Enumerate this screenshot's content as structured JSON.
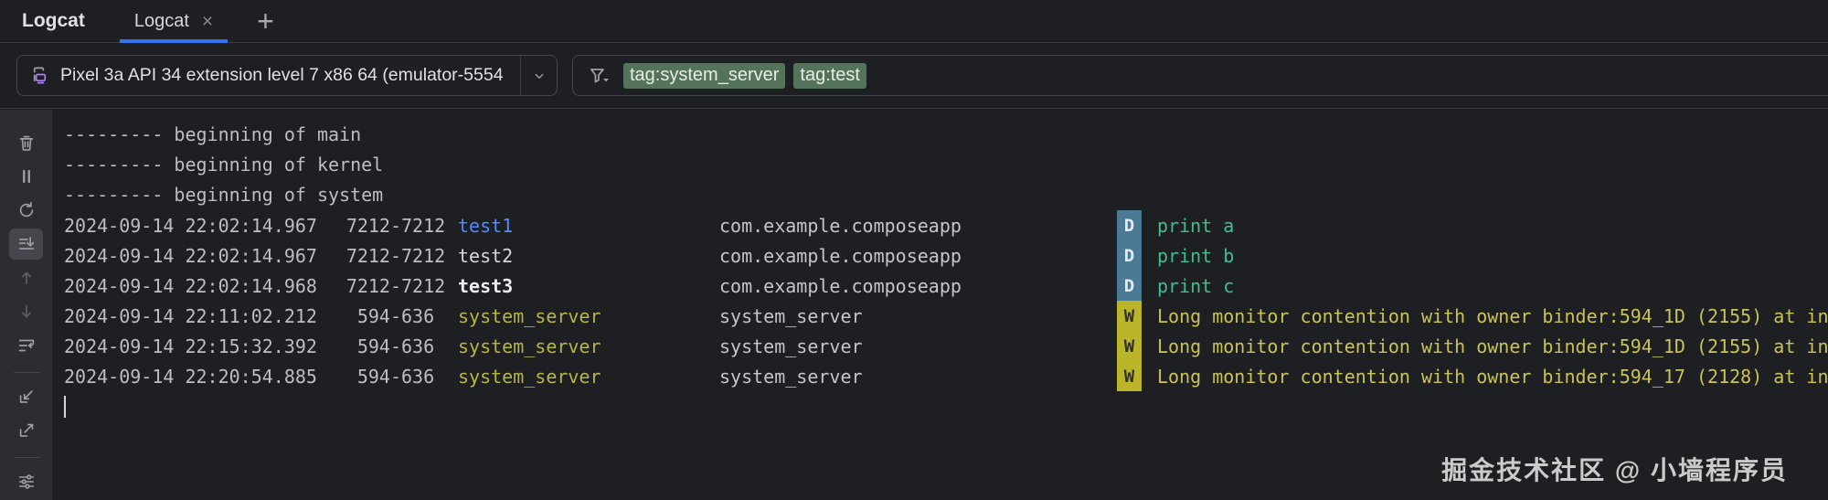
{
  "window": {
    "title": "Logcat"
  },
  "tabs": [
    {
      "label": "Logcat",
      "close_glyph": "×",
      "active": true
    }
  ],
  "add_tab_glyph": "+",
  "toolbar": {
    "device_selector": {
      "icon": "virtual-device-icon",
      "label": "Pixel 3a API 34 extension level 7 x86 64 (emulator-5554",
      "chevron_icon": "chevron-down-icon"
    },
    "filter": {
      "icon": "filter-funnel-icon",
      "chips": [
        "tag:system_server",
        "tag:test"
      ]
    }
  },
  "side_toolbar": {
    "icons": [
      "clear-logcat-icon",
      "pause-icon",
      "restart-icon",
      "scroll-to-end-icon",
      "previous-occurrence-icon",
      "next-occurrence-icon",
      "soft-wrap-icon",
      "import-logs-icon",
      "export-logs-icon",
      "logcat-settings-icon"
    ],
    "selected": "scroll-to-end-icon"
  },
  "log": {
    "plain_rows": [
      "--------- beginning of main",
      "--------- beginning of kernel",
      "--------- beginning of system"
    ],
    "entries": [
      {
        "timestamp": "2024-09-14 22:02:14.967",
        "pid": "7212-7212",
        "tag": "test1",
        "tag_style": "blue",
        "package": "com.example.composeapp",
        "level": "D",
        "message": "print a"
      },
      {
        "timestamp": "2024-09-14 22:02:14.967",
        "pid": "7212-7212",
        "tag": "test2",
        "tag_style": "plain",
        "package": "com.example.composeapp",
        "level": "D",
        "message": "print b"
      },
      {
        "timestamp": "2024-09-14 22:02:14.968",
        "pid": "7212-7212",
        "tag": "test3",
        "tag_style": "bold",
        "package": "com.example.composeapp",
        "level": "D",
        "message": "print c"
      },
      {
        "timestamp": "2024-09-14 22:11:02.212",
        "pid": "594-636",
        "tag": "system_server",
        "tag_style": "yellow",
        "package": "system_server",
        "level": "W",
        "message": "Long monitor contention with owner binder:594_1D (2155) at in"
      },
      {
        "timestamp": "2024-09-14 22:15:32.392",
        "pid": "594-636",
        "tag": "system_server",
        "tag_style": "yellow",
        "package": "system_server",
        "level": "W",
        "message": "Long monitor contention with owner binder:594_1D (2155) at in"
      },
      {
        "timestamp": "2024-09-14 22:20:54.885",
        "pid": "594-636",
        "tag": "system_server",
        "tag_style": "yellow",
        "package": "system_server",
        "level": "W",
        "message": "Long monitor contention with owner binder:594_17 (2128) at in"
      }
    ]
  },
  "watermark": "掘金技术社区 @ 小墙程序员",
  "colors": {
    "background": "#1e1f22",
    "accent_blue": "#3574f0",
    "chip_green_bg": "#55735a",
    "debug_badge_bg": "#4b7a96",
    "warn_badge_bg": "#bbb529",
    "debug_message": "#42bd93",
    "warn_message": "#c9c35a",
    "tag_yellow": "#b8b545",
    "tag_blue": "#548af7"
  }
}
